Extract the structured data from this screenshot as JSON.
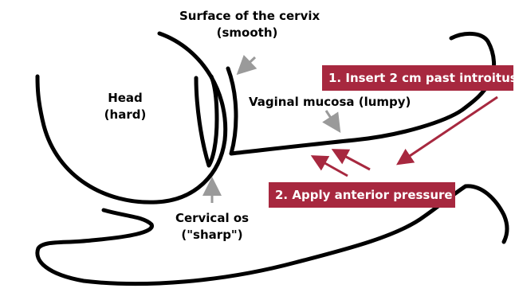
{
  "labels": {
    "surface_line1": "Surface of the cervix",
    "surface_line2": "(smooth)",
    "head_line1": "Head",
    "head_line2": "(hard)",
    "mucosa": "Vaginal mucosa (lumpy)",
    "os_line1": "Cervical os",
    "os_line2": "(\"sharp\")"
  },
  "callouts": {
    "step1": "1. Insert 2 cm past introitus",
    "step2": "2. Apply anterior pressure"
  },
  "colors": {
    "accent": "#A7283F",
    "pointer": "#9A9A9A",
    "outline": "#000000"
  }
}
